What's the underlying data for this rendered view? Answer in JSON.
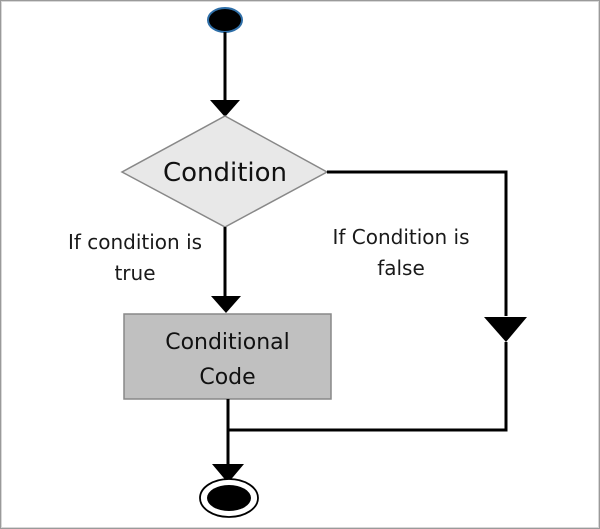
{
  "diagram": {
    "decision": {
      "label": "Condition"
    },
    "action": {
      "line1": "Conditional",
      "line2": "Code"
    },
    "true_branch": {
      "line1": "If condition is",
      "line2": "true"
    },
    "false_branch": {
      "line1": "If Condition is",
      "line2": "false"
    },
    "colors": {
      "decision_fill": "#e8e8e8",
      "action_fill": "#c0c0c0",
      "node_fill": "#000000",
      "start_node_outline": "#2f6fa8",
      "line_color": "#000000"
    }
  }
}
